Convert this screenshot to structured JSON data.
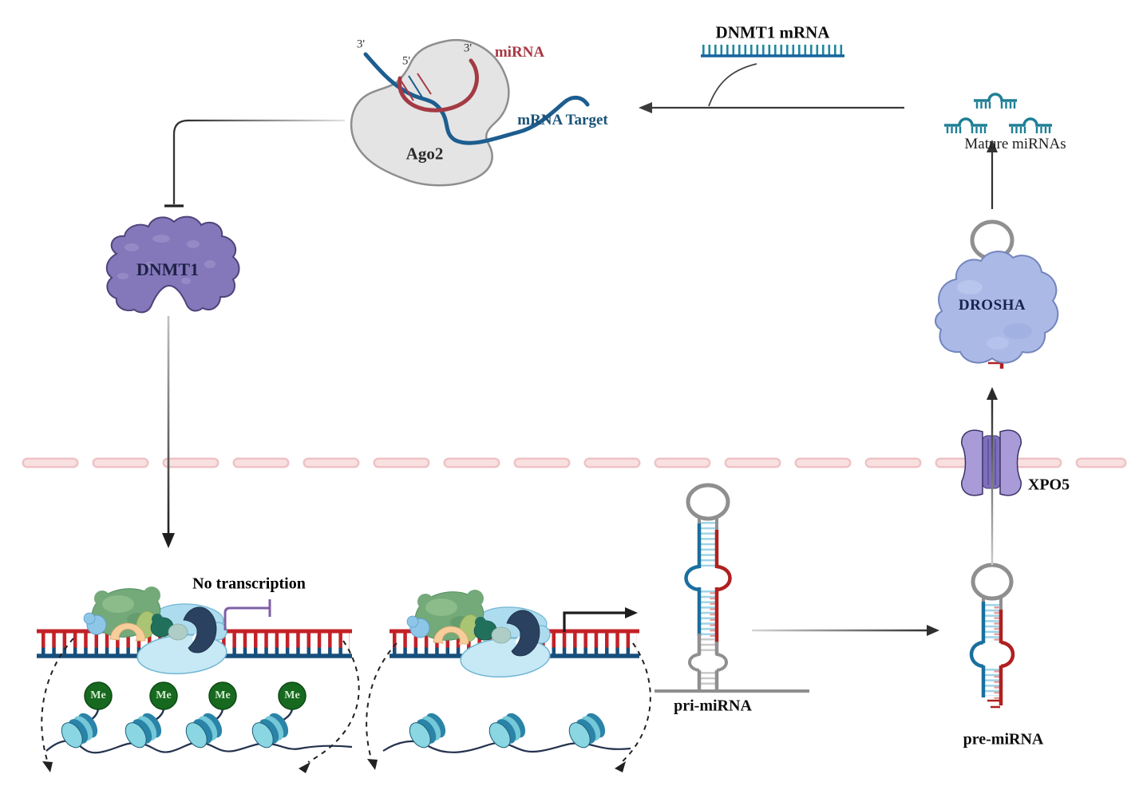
{
  "diagram": {
    "title_hint": "DNMT1 / miRNA biogenesis regulatory loop",
    "labels": {
      "ago2": "Ago2",
      "mirna": "miRNA",
      "mrna_target": "mRNA Target",
      "three_prime_mrna": "3'",
      "five_prime_mirna": "5'",
      "three_prime_mirna": "3'",
      "dnmt1_mrna": "DNMT1 mRNA",
      "mature_mirnas": "Mature miRNAs",
      "drosha": "DROSHA",
      "xpo5": "XPO5",
      "pre_mirna": "pre-miRNA",
      "pri_mirna": "pri-miRNA",
      "dnmt1": "DNMT1",
      "no_transcription": "No transcription",
      "me": "Me"
    },
    "colors": {
      "mirna_red": "#a33a44",
      "mrna_blue": "#1a5a8c",
      "comb_teal": "#1f7f96",
      "hairpin_blue": "#1a6f9e",
      "hairpin_red": "#b02020",
      "hairpin_gray": "#8f8f8f",
      "membrane_pink": "#f8dede",
      "membrane_pink_edge": "#eec3c6",
      "ago2_gray": "#e4e4e4",
      "dnmt1_purple": "#8478bb",
      "drosha_periwinkle": "#aab9e6",
      "xpo5_purple": "#a89bd8",
      "me_green": "#17691f",
      "nucleosome_cyan": "#7fd0de",
      "dna_red": "#c32127",
      "dna_navy": "#174f7c",
      "inhibition_purple": "#7e5fa5",
      "polymerase_blue": "#bfe6f4",
      "mediator_green": "#74a97a"
    }
  }
}
